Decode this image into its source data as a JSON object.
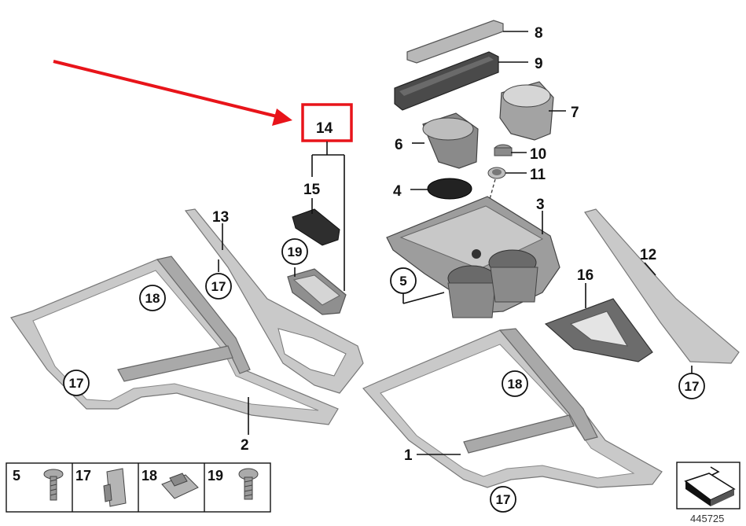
{
  "diagram": {
    "labels": {
      "p1": "1",
      "p2": "2",
      "p3": "3",
      "p4": "4",
      "p5": "5",
      "p6": "6",
      "p7": "7",
      "p8": "8",
      "p9": "9",
      "p10": "10",
      "p11": "11",
      "p12": "12",
      "p13": "13",
      "p14": "14",
      "p15": "15",
      "p16": "16"
    },
    "circled": {
      "c17a": "17",
      "c17b": "17",
      "c17c": "17",
      "c17d": "17",
      "c18a": "18",
      "c18b": "18",
      "c19": "19",
      "c5": "5"
    },
    "legend": {
      "i5": "5",
      "i17": "17",
      "i18": "18",
      "i19": "19"
    },
    "reference_number": "445725",
    "colors": {
      "highlight": "#e8141a",
      "ink": "#111111",
      "part_fill": "#c9c9c9"
    }
  }
}
